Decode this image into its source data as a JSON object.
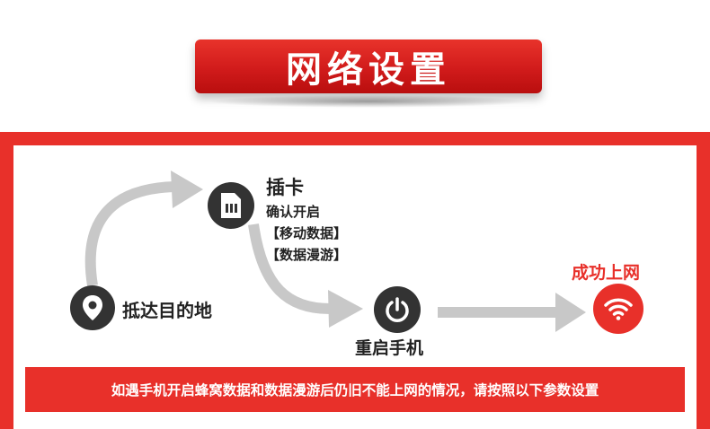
{
  "title": "网络设置",
  "steps": {
    "arrive": "抵达目的地",
    "sim": {
      "title": "插卡",
      "lines": [
        "确认开启",
        "【移动数据】",
        "【数据漫游】"
      ]
    },
    "restart": "重启手机",
    "success": "成功上网"
  },
  "note": "如遇手机开启蜂窝数据和数据漫游后仍旧不能上网的情况，请按照以下参数设置",
  "icons": {
    "arrive": "location-pin-icon",
    "sim": "sim-card-icon",
    "restart": "power-icon",
    "success": "wifi-icon"
  },
  "colors": {
    "accent": "#e8302a",
    "icon_dark": "#333333",
    "arrow": "#c8c8c8"
  }
}
